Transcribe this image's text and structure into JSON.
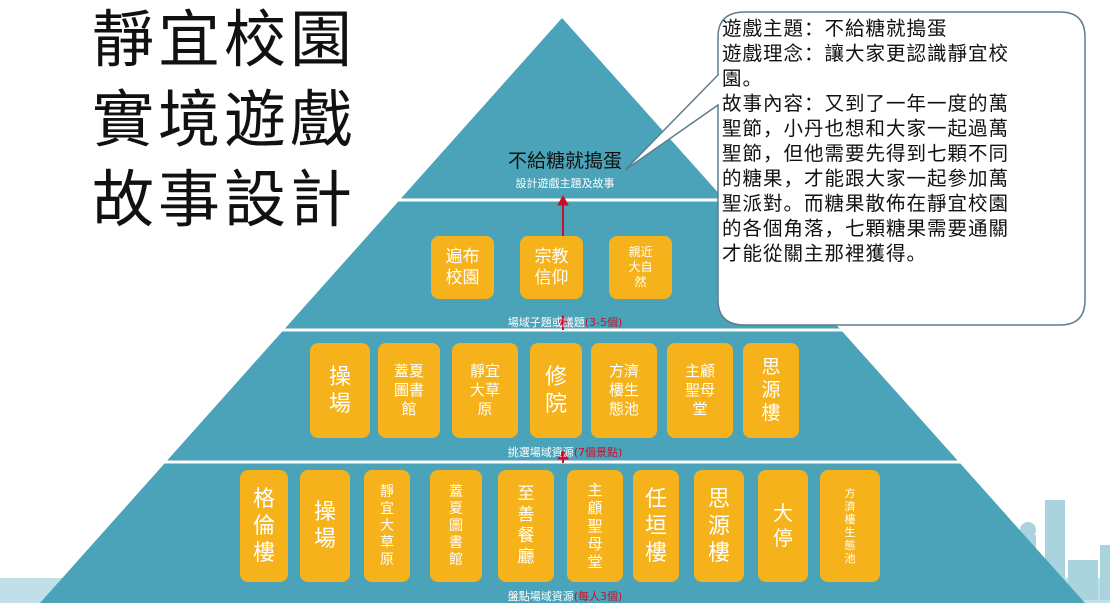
{
  "title_lines": [
    "靜宜校園",
    "實境遊戲",
    "故事設計"
  ],
  "bubble_lines": [
    "遊戲主題：不給糖就搗蛋",
    "遊戲理念：讓大家更認識靜宜校",
    "園。",
    "故事內容：又到了一年一度的萬",
    "聖節，小丹也想和大家一起過萬",
    "聖節，但他需要先得到七顆不同",
    "的糖果，才能跟大家一起參加萬",
    "聖派對。而糖果散佈在靜宜校園",
    "的各個角落，七顆糖果需要通關",
    "才能從關主那裡獲得。"
  ],
  "peak": {
    "title": "不給糖就搗蛋",
    "subtitle": "設計遊戲主題及故事"
  },
  "level2": {
    "items": [
      "遍布\n校園",
      "宗教\n信仰",
      "親近\n大自\n然"
    ],
    "label_main": "場域子題或議題",
    "label_accent": "(3-5個)"
  },
  "level3": {
    "items": [
      "操\n場",
      "蓋夏\n圖書\n館",
      "靜宜\n大草\n原",
      "修\n院",
      "方濟\n樓生\n態池",
      "主顧\n聖母\n堂",
      "思\n源\n樓"
    ],
    "label_main": "挑選場域資源",
    "label_accent": "(7個景點)"
  },
  "level4": {
    "items": [
      "格\n倫\n樓",
      "操\n場",
      "靜\n宜\n大\n草\n原",
      "蓋\n夏\n圖\n書\n館",
      "至\n善\n餐\n廳",
      "主\n顧\n聖\n母\n堂",
      "任\n垣\n樓",
      "思\n源\n樓",
      "大\n停",
      "方\n濟\n樓\n生\n態\n池"
    ],
    "label_main": "盤點場域資源",
    "label_accent": "(每人3個)"
  },
  "colors": {
    "pyramid": "#4aa3b8",
    "box": "#f5b21a",
    "accent": "#c8102e",
    "line": "#ffffff"
  }
}
